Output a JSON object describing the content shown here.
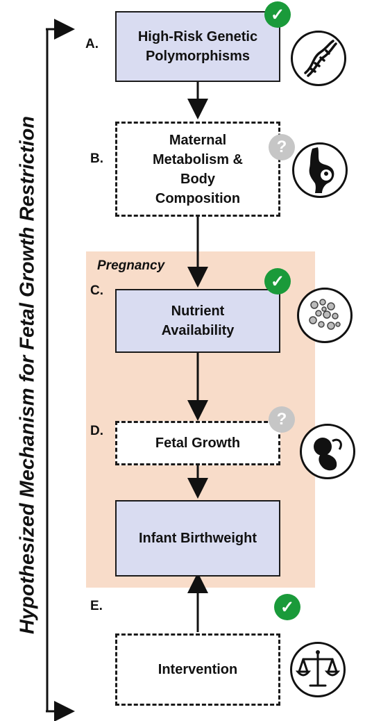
{
  "side_title": "Hypothesized Mechanism for Fetal Growth Restriction",
  "pregnancy_label": "Pregnancy",
  "steps": [
    {
      "letter": "A.",
      "label": "High-Risk Genetic Polymorphisms",
      "status": "supported"
    },
    {
      "letter": "B.",
      "label": "Maternal Metabolism & Body Composition",
      "status": "unknown"
    },
    {
      "letter": "C.",
      "label": "Nutrient Availability",
      "status": "supported"
    },
    {
      "letter": "D.",
      "label": "Fetal Growth",
      "status": "unknown"
    },
    {
      "letter": "",
      "label": "Infant Birthweight",
      "status": ""
    },
    {
      "letter": "E.",
      "label": "Intervention",
      "status": "supported"
    }
  ],
  "badges": {
    "check": "✓",
    "question": "?"
  },
  "icons": [
    "dna-icon",
    "pregnant-woman-icon",
    "nutrient-molecules-icon",
    "fetus-icon",
    "scales-icon"
  ],
  "colors": {
    "box_fill": "#d9dcf1",
    "pregnancy_bg": "#f8dcc9",
    "check_green": "#1a9a3a",
    "question_gray": "#c6c6c6"
  }
}
